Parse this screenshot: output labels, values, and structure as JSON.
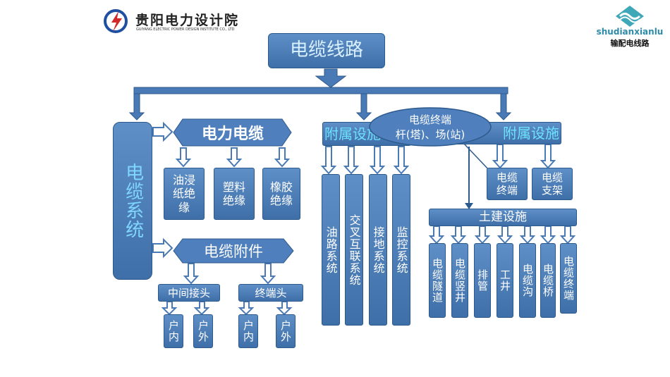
{
  "header": {
    "org_name": "贵阳电力设计院",
    "org_name_en": "GUIYANG ELECTRIC POWER DESIGN INSTITUTE CO., LTD",
    "brand_name": "shudianxianlu",
    "brand_tag": "输配电线路"
  },
  "diagram": {
    "root": "电缆线路",
    "cable_system": "电缆系统",
    "power_cable": "电力电缆",
    "insulation": [
      "油浸纸绝缘",
      "塑料绝缘",
      "橡胶绝缘"
    ],
    "accessories": "电缆附件",
    "middle_joint": "中间接头",
    "terminal_head": "终端头",
    "indoor": "户内",
    "outdoor": "户外",
    "facilities": "附属设施",
    "facilities_right": "附属设施",
    "facility_systems": [
      "油路系统",
      "交叉互联系统",
      "接地系统",
      "监控系统"
    ],
    "callout_line1": "电缆终端",
    "callout_line2": "杆(塔)、场(站)",
    "terminal": "电缆终端",
    "bracket": "电缆支架",
    "civil": "土建设施",
    "civil_items": [
      "电缆隧道",
      "电缆竖井",
      "排管",
      "工井",
      "电缆沟",
      "电缆桥",
      "电缆终端"
    ]
  }
}
